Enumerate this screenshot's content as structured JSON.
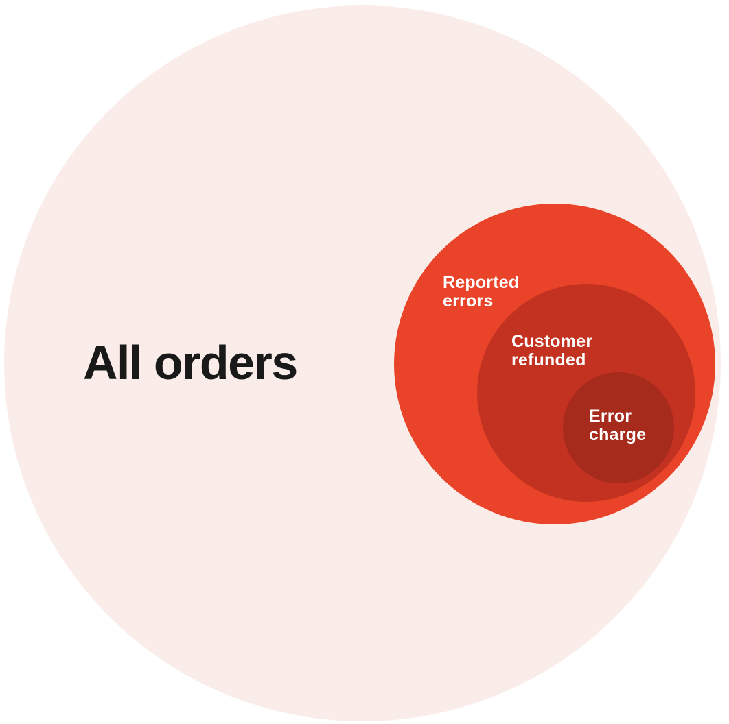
{
  "page": {
    "background": "#FFFFFF"
  },
  "diagram": {
    "type": "nested-venn",
    "description_labels_count": 4,
    "circles": [
      {
        "id": "all-orders",
        "label": "All orders",
        "fill": "#FAEDE9",
        "text_color": "#191919"
      },
      {
        "id": "reported-errors",
        "label": "Reported errors",
        "line1": "Reported",
        "line2": "errors",
        "fill": "#E9432A",
        "text_color": "#FFFFFF"
      },
      {
        "id": "customer-refunded",
        "label": "Customer refunded",
        "line1": "Customer",
        "line2": "refunded",
        "fill": "#C33220",
        "text_color": "#FFFFFF"
      },
      {
        "id": "error-charge",
        "label": "Error charge",
        "line1": "Error",
        "line2": "charge",
        "fill": "#A62B1D",
        "text_color": "#FFFFFF"
      }
    ]
  }
}
